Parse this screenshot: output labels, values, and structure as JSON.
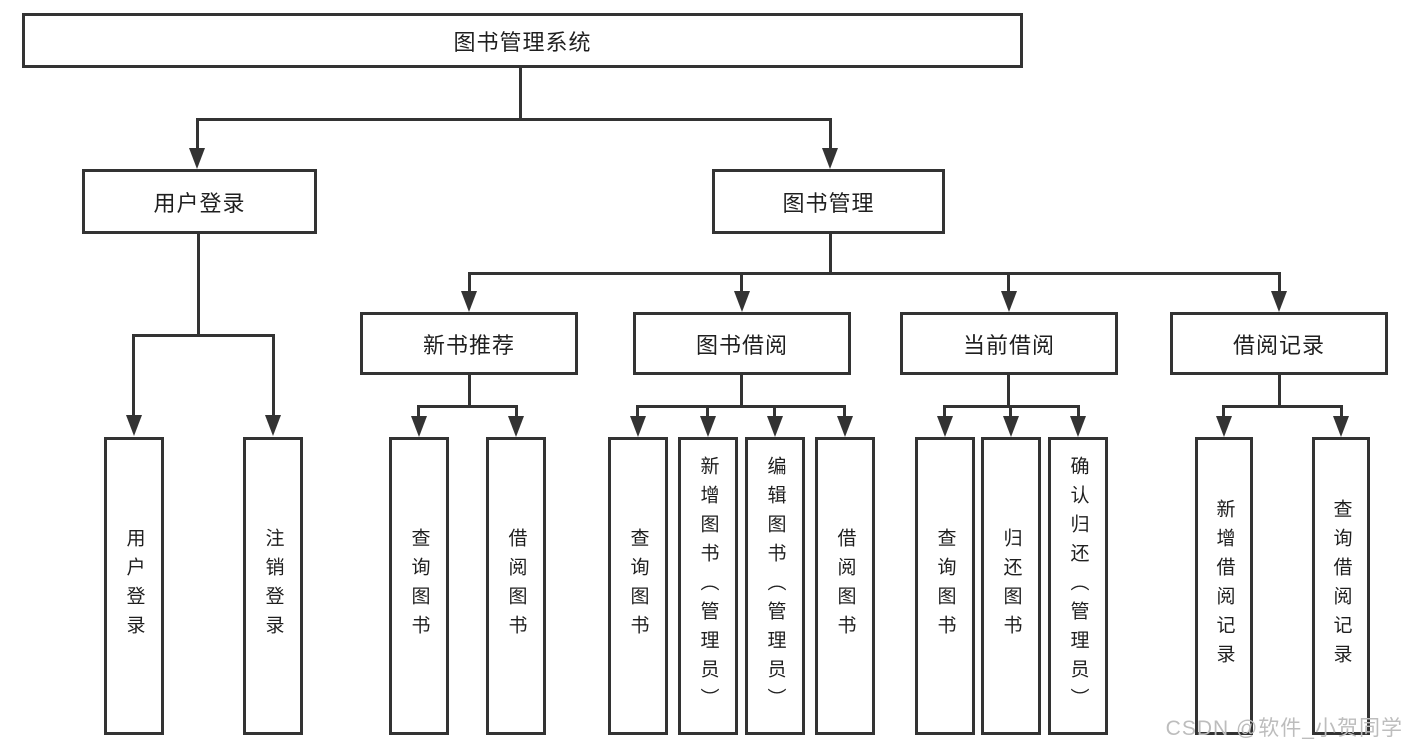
{
  "tree": {
    "label": "图书管理系统",
    "children": [
      {
        "label": "用户登录",
        "children": [
          {
            "label": "用户登录"
          },
          {
            "label": "注销登录"
          }
        ]
      },
      {
        "label": "图书管理",
        "children": [
          {
            "label": "新书推荐",
            "children": [
              {
                "label": "查询图书"
              },
              {
                "label": "借阅图书"
              }
            ]
          },
          {
            "label": "图书借阅",
            "children": [
              {
                "label": "查询图书"
              },
              {
                "label": "新增图书（管理员）"
              },
              {
                "label": "编辑图书（管理员）"
              },
              {
                "label": "借阅图书"
              }
            ]
          },
          {
            "label": "当前借阅",
            "children": [
              {
                "label": "查询图书"
              },
              {
                "label": "归还图书"
              },
              {
                "label": "确认归还（管理员）"
              }
            ]
          },
          {
            "label": "借阅记录",
            "children": [
              {
                "label": "新增借阅记录"
              },
              {
                "label": "查询借阅记录"
              }
            ]
          }
        ]
      }
    ]
  },
  "watermark": {
    "text": "CSDN @软件_小贺同学"
  },
  "colors": {
    "line": "#333333",
    "text": "#1f1f1f",
    "watermark": "#bdbdbd",
    "background": "#ffffff"
  }
}
